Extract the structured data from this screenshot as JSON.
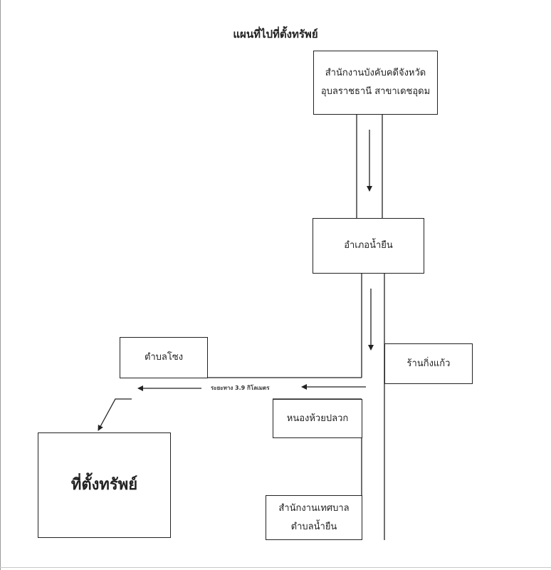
{
  "title": "แผนที่ไปที่ตั้งทรัพย์",
  "places": {
    "court_office": {
      "line1": "สำนักงานบังคับคดีจังหวัด",
      "line2": "อุบลราชธานี สาขาเดชอุดม"
    },
    "district": "อำเภอน้ำยืน",
    "shop": "ร้านกิ่งแก้ว",
    "subdistrict_chong": "ตำบลโซง",
    "nong_huai_plawok": "หนองห้วยปลวก",
    "municipal_office": {
      "line1": "สำนักงานเทศบาล",
      "line2": "ตำบลน้ำยืน"
    },
    "property": "ที่ตั้งทรัพย์"
  },
  "distance_label": "ระยะทาง 3.9 กิโลเมตร",
  "line_color": "#222222"
}
